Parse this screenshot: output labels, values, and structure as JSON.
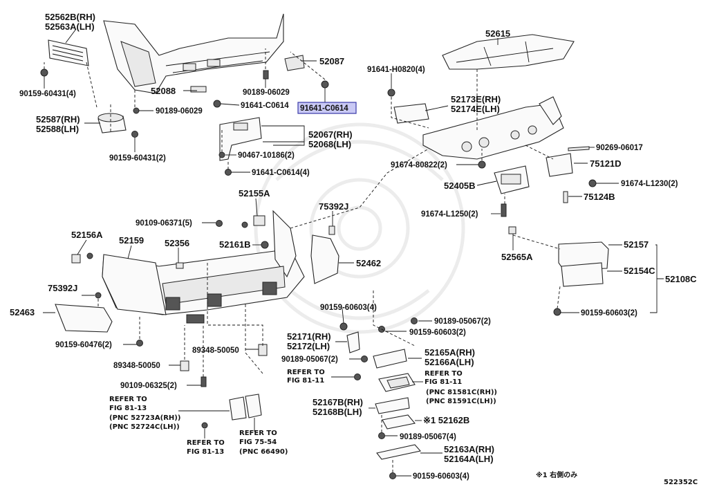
{
  "diagram_code": "522352C",
  "footnote": "※1 右側のみ",
  "highlighted_part": "91641-C0614",
  "labels": {
    "p52562b": "52562B(RH)",
    "p52563a": "52563A(LH)",
    "p90159_60431_4": "90159-60431(4)",
    "p52088": "52088",
    "p90189_06029a": "90189-06029",
    "p91641_c0614a": "91641-C0614",
    "p90189_06029b": "90189-06029",
    "p52087": "52087",
    "p91641_c0614hl": "91641-C0614",
    "p52587": "52587(RH)",
    "p52588": "52588(LH)",
    "p90159_60431_2": "90159-60431(2)",
    "p52067": "52067(RH)",
    "p52068": "52068(LH)",
    "p90467_10186": "90467-10186(2)",
    "p91641_c0614_4": "91641-C0614(4)",
    "p52615": "52615",
    "p91641_h0820": "91641-H0820(4)",
    "p52173e": "52173E(RH)",
    "p52174e": "52174E(LH)",
    "p90269_06017": "90269-06017",
    "p91674_80822": "91674-80822(2)",
    "p75121d": "75121D",
    "p52405b": "52405B",
    "p91674_l1230": "91674-L1230(2)",
    "p75124b": "75124B",
    "p91674_l1250": "91674-L1250(2)",
    "p52565a": "52565A",
    "p52157": "52157",
    "p52154c": "52154C",
    "p52108c": "52108C",
    "p90159_60603_2": "90159-60603(2)",
    "p52155a": "52155A",
    "p75392j_a": "75392J",
    "p90109_06371": "90109-06371(5)",
    "p52156a": "52156A",
    "p52159": "52159",
    "p52356": "52356",
    "p52161b": "52161B",
    "p52462": "52462",
    "p75392j_b": "75392J",
    "p52463": "52463",
    "p90159_60476": "90159-60476(2)",
    "p90159_60603_4": "90159-60603(4)",
    "p90189_05067_2a": "90189-05067(2)",
    "p90159_60603_2b": "90159-60603(2)",
    "p52171": "52171(RH)",
    "p52172": "52172(LH)",
    "p90189_05067_2b": "90189-05067(2)",
    "p52165a": "52165A(RH)",
    "p52166a": "52166A(LH)",
    "p89348_50050a": "89348-50050",
    "p89348_50050b": "89348-50050",
    "p90109_06325": "90109-06325(2)",
    "refer_to_1": "REFER TO",
    "fig_81_11_a": "FIG 81-11",
    "refer_to_2": "REFER TO",
    "fig_81_11_b": "FIG 81-11",
    "pnc_81581c": "(PNC 81581C(RH))",
    "pnc_81591c": "(PNC 81591C(LH))",
    "p52167b": "52167B(RH)",
    "p52168b": "52168B(LH)",
    "p52162b": "※1 52162B",
    "p90189_05067_4": "90189-05067(4)",
    "p52163a": "52163A(RH)",
    "p52164a": "52164A(LH)",
    "p90159_60603_4b": "90159-60603(4)",
    "refer_to_3": "REFER TO",
    "fig_81_13_a": "FIG 81-13",
    "pnc_52723a": "(PNC 52723A(RH))",
    "pnc_52724c": "(PNC 52724C(LH))",
    "refer_to_4": "REFER TO",
    "fig_81_13_b": "FIG 81-13",
    "refer_to_5": "REFER TO",
    "fig_75_54": "FIG 75-54",
    "pnc_66490": "(PNC 66490)"
  },
  "colors": {
    "highlight_fill": "#c9c9f4",
    "highlight_stroke": "#3a3aa8",
    "line": "#111111"
  }
}
